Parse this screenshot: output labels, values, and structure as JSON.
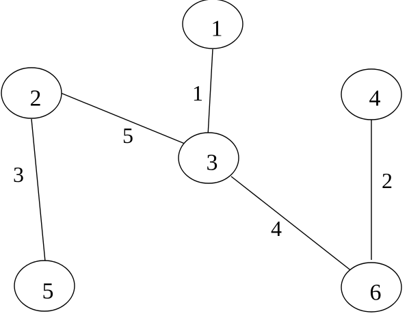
{
  "graph": {
    "nodes": [
      {
        "id": "1",
        "label": "1"
      },
      {
        "id": "2",
        "label": "2"
      },
      {
        "id": "3",
        "label": "3"
      },
      {
        "id": "4",
        "label": "4"
      },
      {
        "id": "5",
        "label": "5"
      },
      {
        "id": "6",
        "label": "6"
      }
    ],
    "edges": [
      {
        "from": "1",
        "to": "3",
        "weight": "1"
      },
      {
        "from": "2",
        "to": "3",
        "weight": "5"
      },
      {
        "from": "2",
        "to": "5",
        "weight": "3"
      },
      {
        "from": "3",
        "to": "6",
        "weight": "4"
      },
      {
        "from": "4",
        "to": "6",
        "weight": "2"
      }
    ],
    "colors": {
      "stroke": "#000000",
      "fill": "#ffffff",
      "text": "#000000"
    }
  }
}
